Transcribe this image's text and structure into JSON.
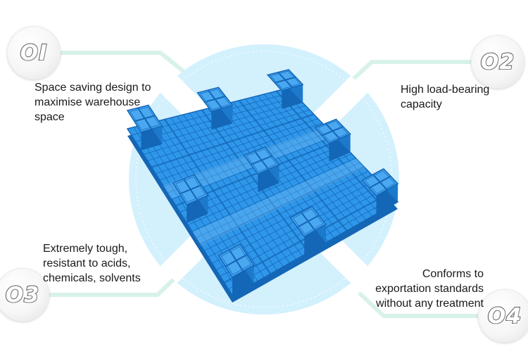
{
  "palette": {
    "accent_line": "#d8f2ea",
    "circle_fill": "#d3f0fd",
    "pallet_blue": "#2f97ea",
    "pallet_dark": "#1466b6",
    "text": "#1a1a1a",
    "badge_stroke": "#595959"
  },
  "product": {
    "image_icon": "blue-plastic-pallet-illustration"
  },
  "features": [
    {
      "number": "01",
      "badge_display": "OI",
      "text": "Space saving design to maximise warehouse space",
      "lines": [
        "Space saving design to",
        "maximise warehouse",
        "space"
      ]
    },
    {
      "number": "02",
      "badge_display": "O2",
      "text": "High load-bearing capacity",
      "lines": [
        "High load-bearing",
        "capacity"
      ]
    },
    {
      "number": "03",
      "badge_display": "O3",
      "text": "Extremely tough, resistant to acids, chemicals, solvents",
      "lines": [
        "Extremely tough,",
        "resistant to acids,",
        "chemicals, solvents"
      ]
    },
    {
      "number": "04",
      "badge_display": "O4",
      "text": "Conforms to exportation standards without any treatment",
      "lines": [
        "Conforms to",
        "exportation standards",
        "without any treatment"
      ]
    }
  ]
}
